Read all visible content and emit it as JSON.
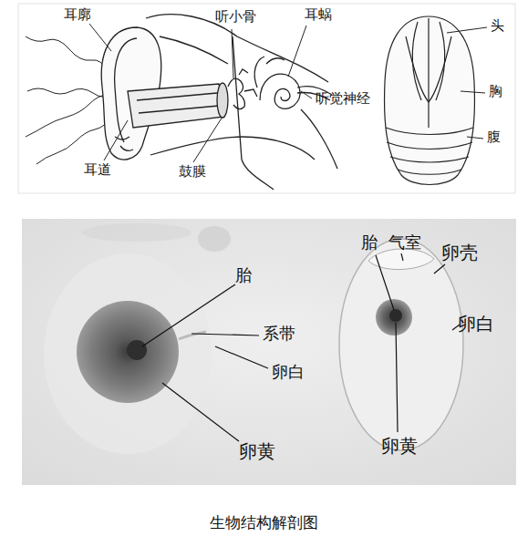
{
  "diagram": {
    "caption": "生物结构解剖图",
    "labels": [
      "耳廓",
      "听小骨",
      "耳蜗",
      "听觉神经",
      "耳道",
      "鼓膜",
      "头",
      "胸",
      "腹",
      "胎",
      "系带",
      "卵白",
      "卵黄",
      "胎",
      "气室",
      "卵壳",
      "卵白",
      "卵黄"
    ]
  }
}
